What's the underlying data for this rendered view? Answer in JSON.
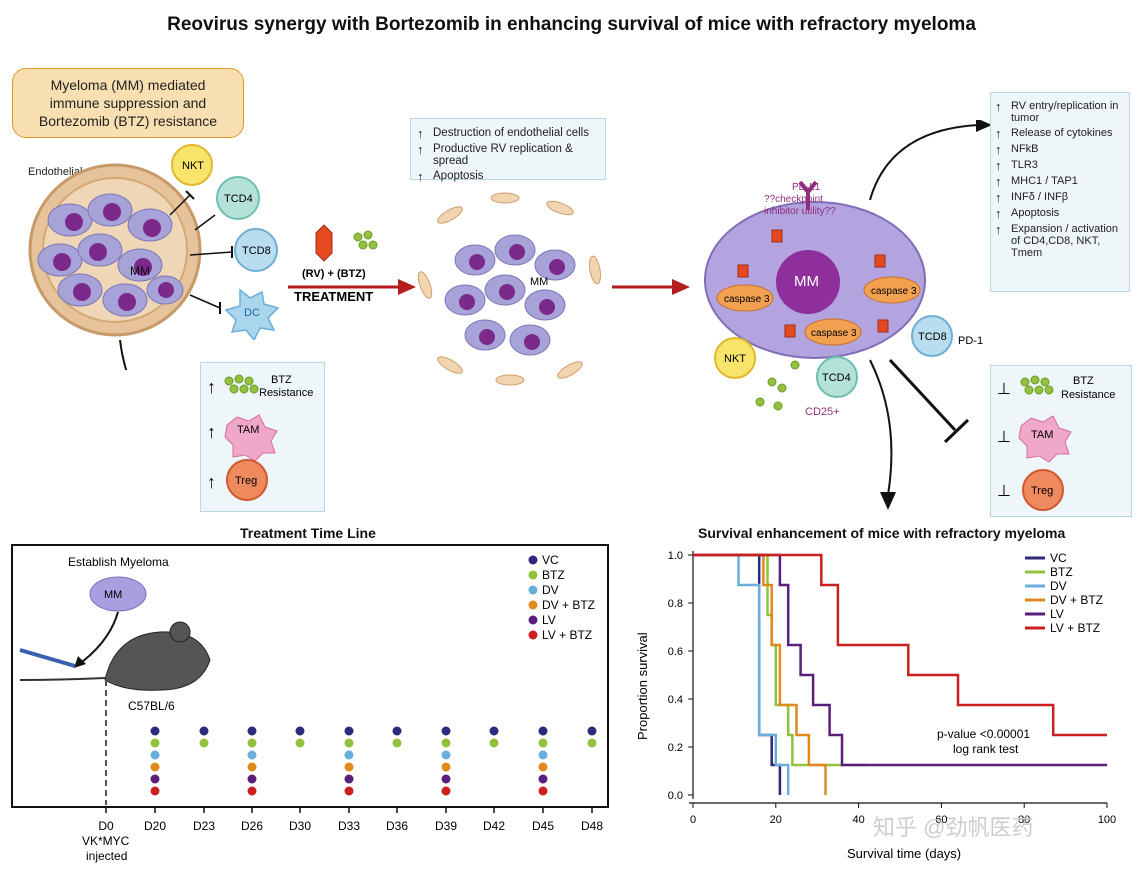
{
  "title": "Reovirus synergy with Bortezomib in enhancing survival of mice with refractory myeloma",
  "top_left": {
    "box_text": "Myeloma (MM) mediated immune suppression and Bortezomib (BTZ) resistance",
    "endothelial_label": "Endothelial cells",
    "mm_label": "MM",
    "cells": [
      "NKT",
      "TCD4",
      "TCD8",
      "DC"
    ]
  },
  "resistance_box": {
    "btz_label": "BTZ Resistance",
    "tam": "TAM",
    "treg": "Treg"
  },
  "treatment": {
    "drugs_label": "(RV) + (BTZ)",
    "treatment_label": "TREATMENT"
  },
  "effects_box": {
    "items": [
      "Destruction of endothelial cells",
      "Productive RV replication & spread",
      "Apoptosis"
    ]
  },
  "mm_cell": {
    "mm": "MM",
    "pdl1": "PD-L1",
    "checkpoint": "??checkpoint inhibitor utility??",
    "caspase": "caspase 3",
    "nkt": "NKT",
    "tcd4": "TCD4",
    "cd25": "CD25+",
    "tcd8": "TCD8",
    "pd1": "PD-1"
  },
  "right_box": {
    "items": [
      "RV entry/replication in tumor",
      "Release of cytokines",
      "NFkB",
      "TLR3",
      "MHC1 / TAP1",
      "INFδ / INFβ",
      "Apoptosis",
      "Expansion / activation of CD4,CD8, NKT, Tmem"
    ]
  },
  "inhibit_box": {
    "btz_label": "BTZ Resistance",
    "tam": "TAM",
    "treg": "Treg"
  },
  "timeline": {
    "title": "Treatment Time Line",
    "establish": "Establish Myeloma",
    "mm": "MM",
    "strain": "C57BL/6",
    "d0_note": "VK*MYC injected",
    "days": [
      "D0",
      "D20",
      "D23",
      "D26",
      "D30",
      "D33",
      "D36",
      "D39",
      "D42",
      "D45",
      "D48"
    ],
    "legend": [
      {
        "name": "VC",
        "color": "#2e2a7a"
      },
      {
        "name": "BTZ",
        "color": "#93c13e"
      },
      {
        "name": "DV",
        "color": "#6aaedb"
      },
      {
        "name": "DV + BTZ",
        "color": "#e08a1e"
      },
      {
        "name": "LV",
        "color": "#5a1f7a"
      },
      {
        "name": "LV + BTZ",
        "color": "#cc1f1f"
      }
    ],
    "doses": [
      {
        "day": "D20",
        "groups": [
          "VC",
          "BTZ",
          "DV",
          "DV + BTZ",
          "LV",
          "LV + BTZ"
        ]
      },
      {
        "day": "D23",
        "groups": [
          "VC",
          "BTZ"
        ]
      },
      {
        "day": "D26",
        "groups": [
          "VC",
          "BTZ",
          "DV",
          "DV + BTZ",
          "LV",
          "LV + BTZ"
        ]
      },
      {
        "day": "D30",
        "groups": [
          "VC",
          "BTZ"
        ]
      },
      {
        "day": "D33",
        "groups": [
          "VC",
          "BTZ",
          "DV",
          "DV + BTZ",
          "LV",
          "LV + BTZ"
        ]
      },
      {
        "day": "D36",
        "groups": [
          "VC",
          "BTZ"
        ]
      },
      {
        "day": "D39",
        "groups": [
          "VC",
          "BTZ",
          "DV",
          "DV + BTZ",
          "LV",
          "LV + BTZ"
        ]
      },
      {
        "day": "D42",
        "groups": [
          "VC",
          "BTZ"
        ]
      },
      {
        "day": "D45",
        "groups": [
          "VC",
          "BTZ",
          "DV",
          "DV + BTZ",
          "LV",
          "LV + BTZ"
        ]
      },
      {
        "day": "D48",
        "groups": [
          "VC",
          "BTZ"
        ]
      }
    ]
  },
  "survival": {
    "title": "Survival enhancement of mice with refractory myeloma",
    "xlabel": "Survival time (days)",
    "ylabel": "Proportion survival",
    "xticks": [
      "0",
      "20",
      "40",
      "60",
      "80",
      "100"
    ],
    "yticks": [
      "0.0",
      "0.2",
      "0.4",
      "0.6",
      "0.8",
      "1.0"
    ],
    "pvalue": "p-value <0.00001",
    "test": "log rank test",
    "watermark": "知乎 @劲帆医药"
  },
  "chart_data": {
    "type": "line",
    "title": "Survival enhancement of mice with refractory myeloma",
    "xlabel": "Survival time (days)",
    "ylabel": "Proportion survival",
    "xlim": [
      0,
      100
    ],
    "ylim": [
      0,
      1.0
    ],
    "step": true,
    "series": [
      {
        "name": "VC",
        "color": "#2e2a7a",
        "x": [
          0,
          16,
          16,
          19,
          19,
          21,
          21
        ],
        "y": [
          1.0,
          1.0,
          0.25,
          0.25,
          0.125,
          0.125,
          0.0
        ]
      },
      {
        "name": "BTZ",
        "color": "#93c13e",
        "x": [
          0,
          18,
          18,
          19,
          19,
          20,
          20,
          23,
          23,
          24,
          24,
          42
        ],
        "y": [
          1.0,
          1.0,
          0.75,
          0.75,
          0.625,
          0.625,
          0.375,
          0.375,
          0.25,
          0.25,
          0.125,
          0.125
        ]
      },
      {
        "name": "DV",
        "color": "#6aaedb",
        "x": [
          0,
          11,
          11,
          16,
          16,
          20,
          20,
          23,
          23
        ],
        "y": [
          1.0,
          1.0,
          0.875,
          0.875,
          0.25,
          0.25,
          0.125,
          0.125,
          0.0
        ]
      },
      {
        "name": "DV + BTZ",
        "color": "#e08a1e",
        "x": [
          0,
          17,
          17,
          19,
          19,
          21,
          21,
          25,
          25,
          28,
          28,
          32,
          32
        ],
        "y": [
          1.0,
          1.0,
          0.875,
          0.875,
          0.625,
          0.625,
          0.375,
          0.375,
          0.25,
          0.25,
          0.125,
          0.125,
          0.0
        ]
      },
      {
        "name": "LV",
        "color": "#5a1f7a",
        "x": [
          0,
          21,
          21,
          23,
          23,
          26,
          26,
          29,
          29,
          33,
          33,
          36,
          36,
          41,
          41,
          100
        ],
        "y": [
          1.0,
          1.0,
          0.875,
          0.875,
          0.625,
          0.625,
          0.5,
          0.5,
          0.375,
          0.375,
          0.25,
          0.25,
          0.125,
          0.125,
          0.125,
          0.125
        ]
      },
      {
        "name": "LV + BTZ",
        "color": "#cc1f1f",
        "x": [
          0,
          31,
          31,
          35,
          35,
          52,
          52,
          64,
          64,
          87,
          87,
          98,
          98,
          100
        ],
        "y": [
          1.0,
          1.0,
          0.875,
          0.875,
          0.625,
          0.625,
          0.5,
          0.5,
          0.375,
          0.375,
          0.25,
          0.25,
          0.25,
          0.25
        ]
      }
    ],
    "annotations": [
      "p-value <0.00001",
      "log rank test"
    ]
  }
}
